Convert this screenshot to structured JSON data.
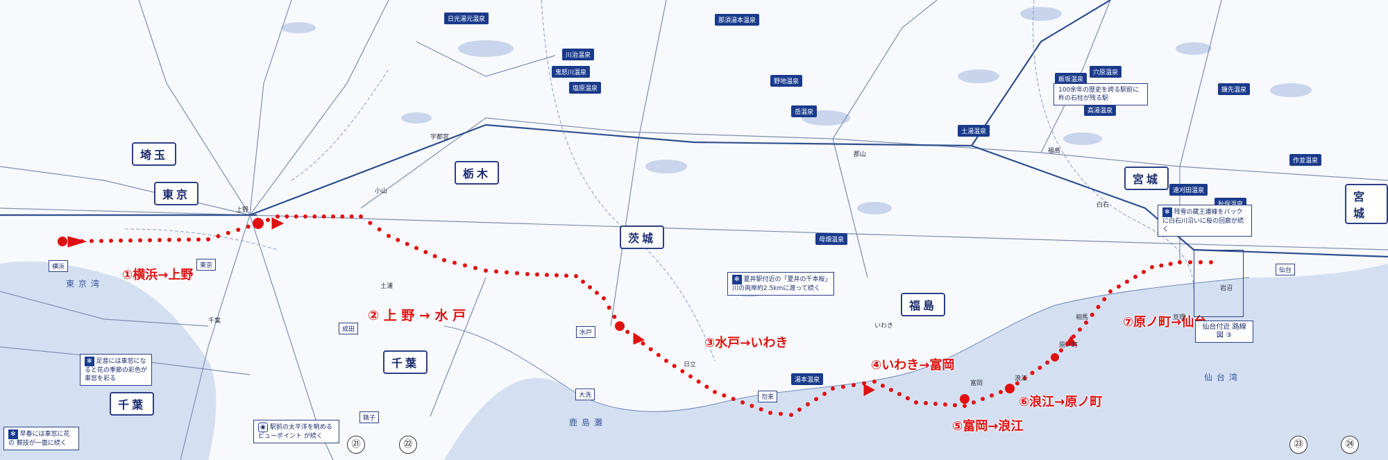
{
  "prefectures": [
    "埼玉",
    "東京",
    "栃木",
    "茨城",
    "千葉",
    "福島",
    "宮城",
    "宮城"
  ],
  "route_labels": [
    "①横浜→上野",
    "② 上 野 → 水 戸",
    "③水戸→いわき",
    "④いわき→富岡",
    "⑤富岡→浪江",
    "⑥浪江→原ノ町",
    "⑦原ノ町→仙台"
  ],
  "onsen": [
    "日光湯元温泉",
    "那須湯本温泉",
    "塩原温泉",
    "鬼怒川温泉",
    "川治温泉",
    "岳温泉",
    "土湯温泉",
    "飯坂温泉",
    "高湯温泉",
    "母畑温泉",
    "湯本温泉",
    "遠刈田温泉",
    "秋保温泉",
    "作並温泉",
    "鎌先温泉",
    "穴原温泉",
    "野地温泉"
  ],
  "notes": [
    "100余年の歴史を誇る駅前に杵の石柱が残る駅",
    "夏井駅付近の「夏井の千本桜」川の両岸約2.5kmに渡って続く",
    "残雪の蔵王連峰をバックに白石川沿いに桜の回廊が続く",
    "足音には車窓になると花の季節の彩色が車窓を彩る",
    "駅前の太平洋を眺める ビューポイント が続く",
    "早春には車窓に花の 競技が一面に続く"
  ],
  "seas": [
    "東京湾",
    "鹿島灘",
    "仙台湾"
  ],
  "places": [
    "横浜",
    "東京",
    "上野",
    "水戸",
    "いわき",
    "富岡",
    "浪江",
    "原ノ町",
    "仙台",
    "土浦",
    "日立",
    "勿来",
    "大洗",
    "銚子",
    "成田",
    "千葉",
    "宇都宮",
    "小山",
    "郡山",
    "福島",
    "白石",
    "岩沼",
    "相馬",
    "亘理"
  ],
  "inset": {
    "title": "仙台付近 路線図",
    "num": "③"
  },
  "page_numbers": [
    "㉑",
    "㉒",
    "㉓",
    "㉔"
  ],
  "colors": {
    "route": "#e01010",
    "rail": "#7e8db0",
    "jr_main": "#2f4f8f",
    "sea": "#d4e0f2",
    "mountain": "#b8c8e6"
  }
}
